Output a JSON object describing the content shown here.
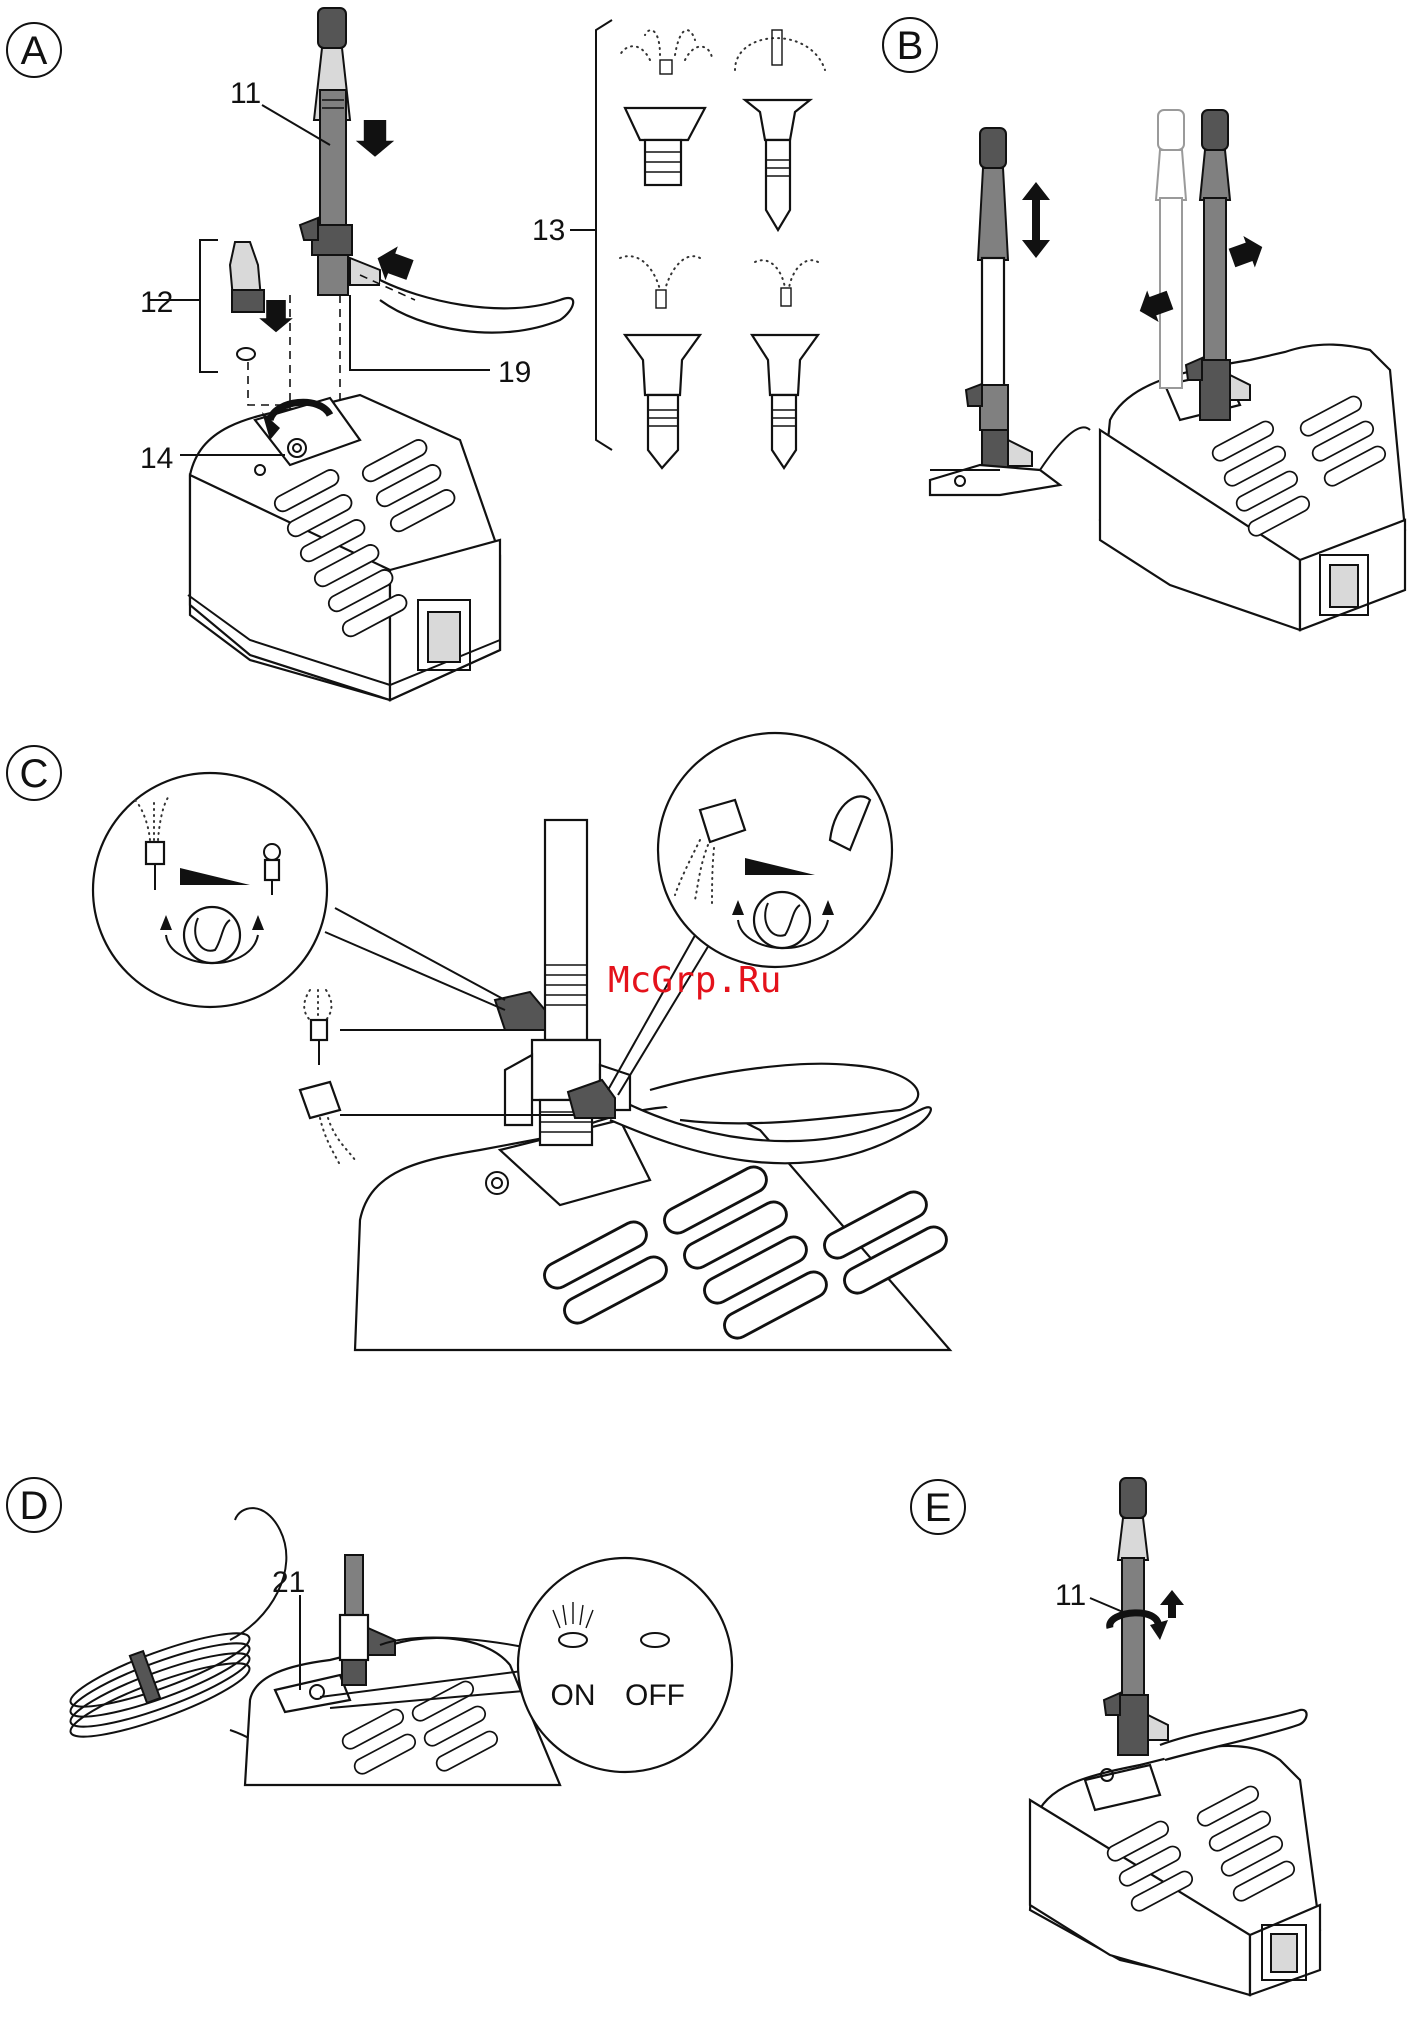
{
  "panels": {
    "a": {
      "letter": "A",
      "labels": {
        "n11": "11",
        "n12": "12",
        "n13": "13",
        "n14": "14",
        "n19": "19"
      }
    },
    "b": {
      "letter": "B"
    },
    "c": {
      "letter": "C"
    },
    "d": {
      "letter": "D",
      "labels": {
        "n21": "21"
      },
      "switch": {
        "on": "ON",
        "off": "OFF"
      }
    },
    "e": {
      "letter": "E",
      "labels": {
        "n11": "11"
      }
    }
  },
  "watermark": "McGrp.Ru",
  "colors": {
    "ink": "#111111",
    "tube_fill": "#808080",
    "shade": "#d9d9d9",
    "watermark": "#e4121b"
  }
}
